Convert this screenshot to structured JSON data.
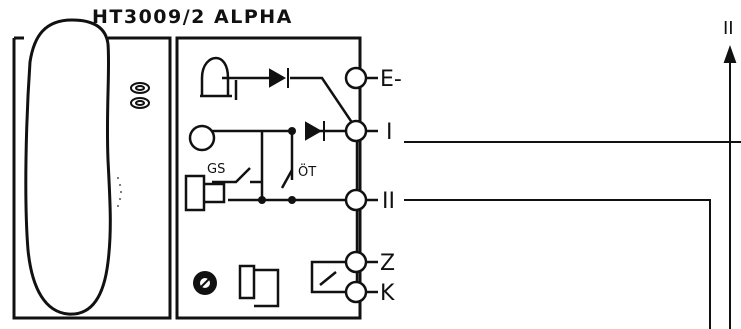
{
  "diagram": {
    "title": "HT3009/2 ALPHA",
    "terminals": {
      "e_minus": "E-",
      "one": "I",
      "two": "II",
      "z": "Z",
      "k": "K"
    },
    "switch_labels": {
      "gs": "GS",
      "ot": "ÖT"
    },
    "right_marker": "II"
  }
}
